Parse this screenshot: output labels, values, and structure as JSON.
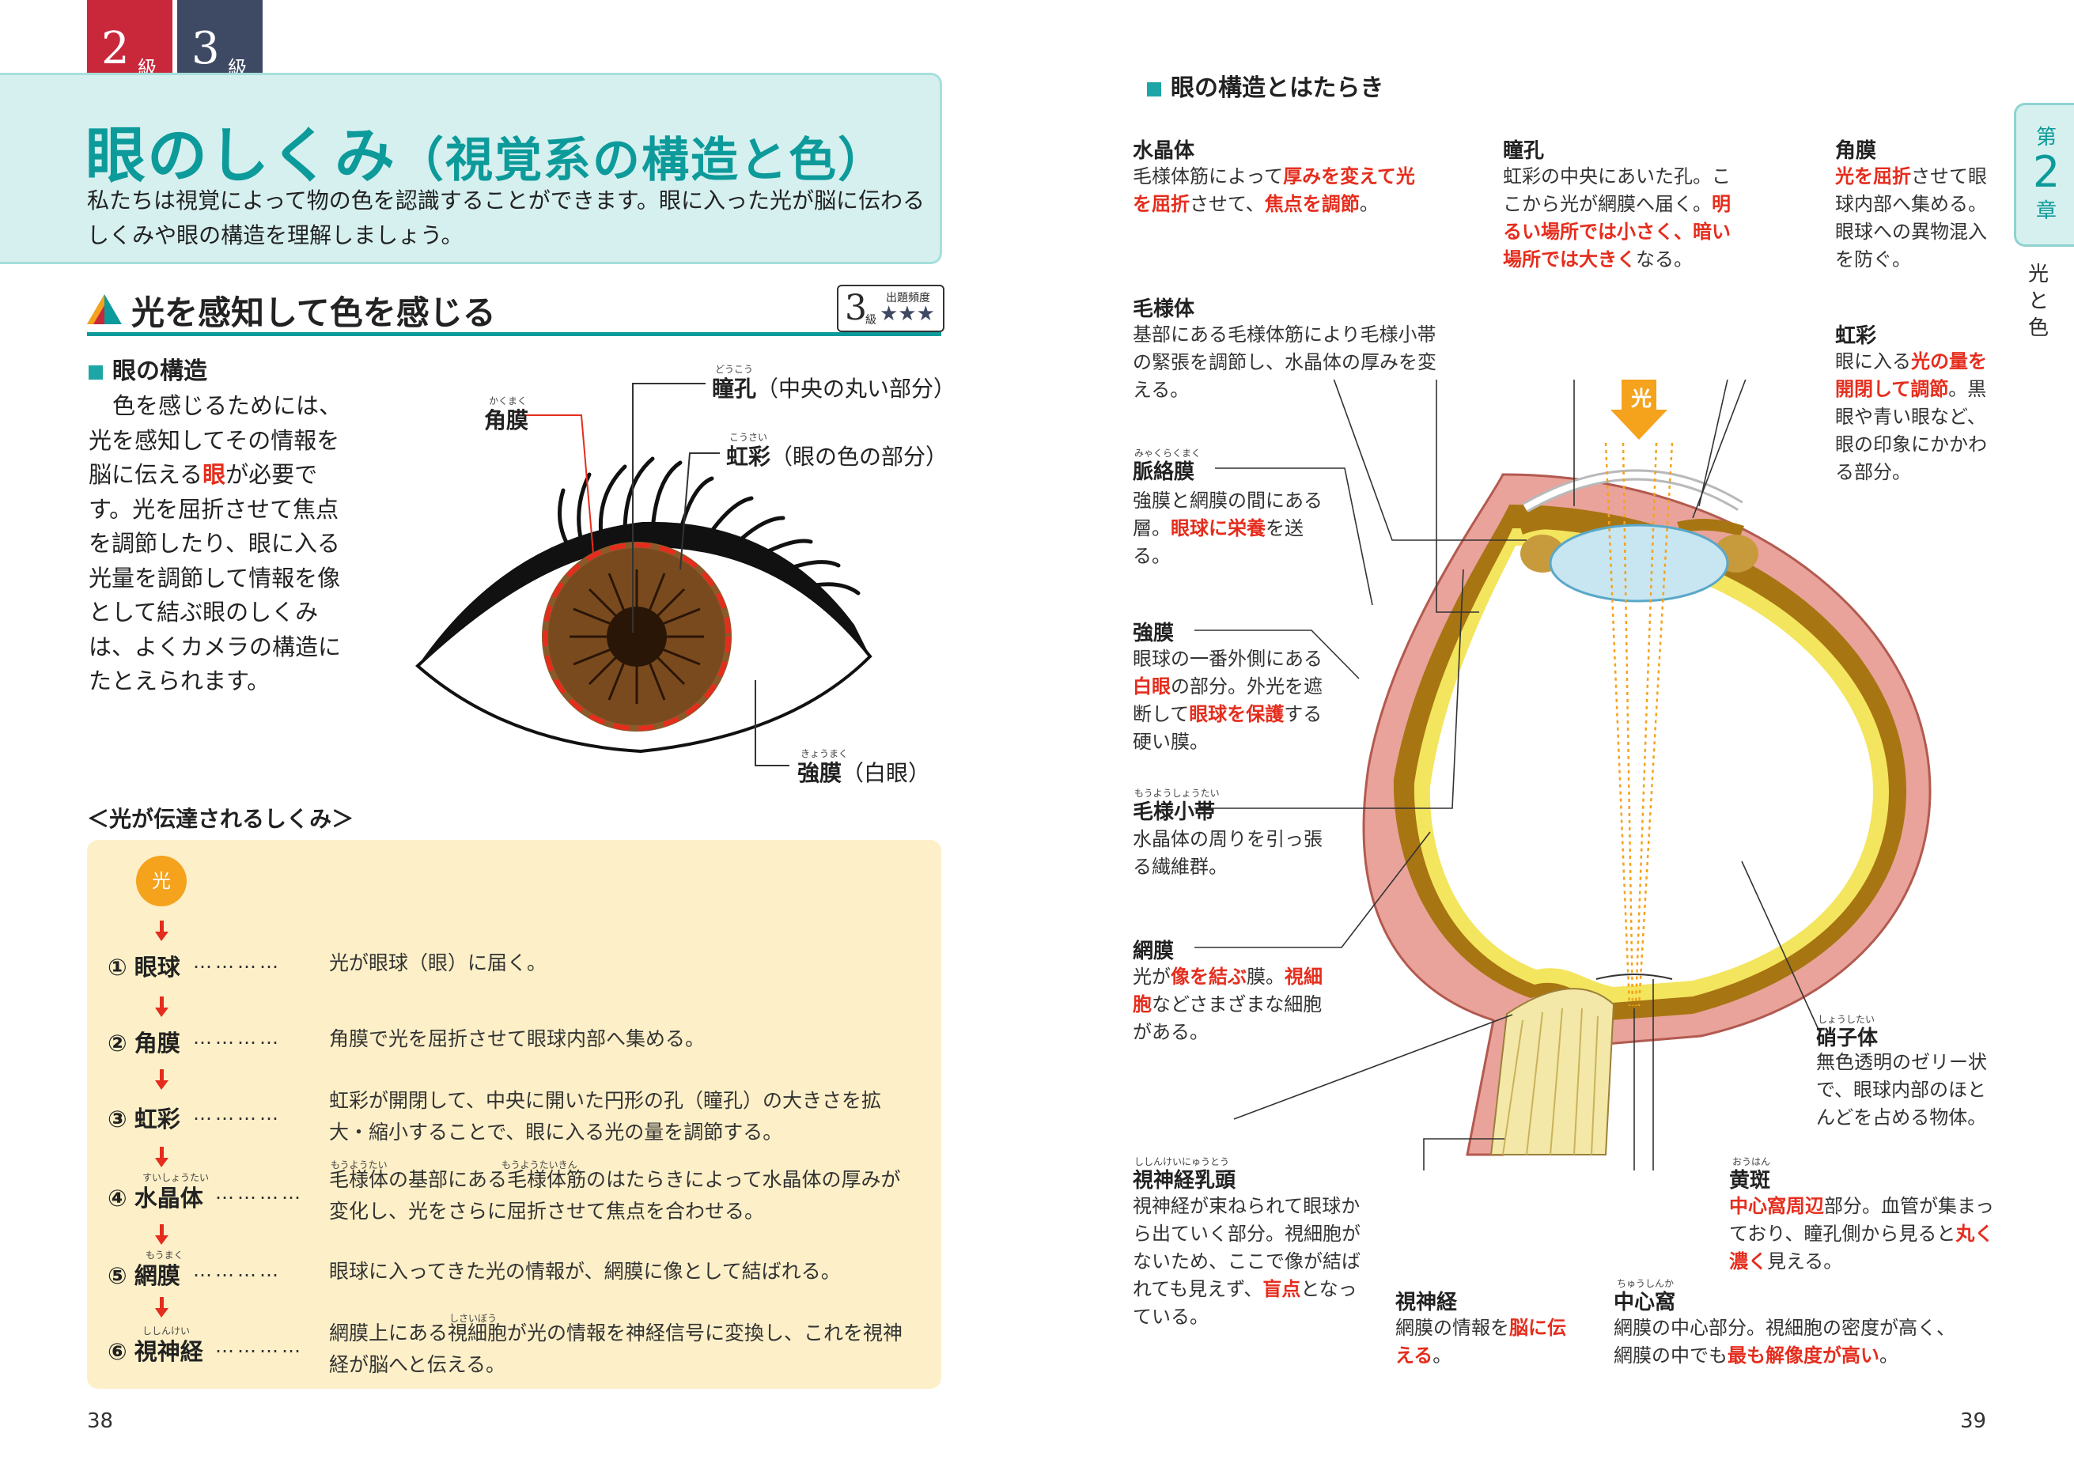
{
  "left_page": {
    "grade_badges": [
      "2",
      "3"
    ],
    "grade_suffix": "級",
    "title_main": "眼のしくみ",
    "title_sub": "（視覚系の構造と色）",
    "intro": "私たちは視覚によって物の色を認識することができます。眼に入った光が脳に伝わるしくみや眼の構造を理解しましょう。",
    "section_heading": "光を感知して色を感じる",
    "frequency": {
      "grade": "3",
      "suffix": "級",
      "label": "出題頻度",
      "stars": "★★★"
    },
    "eye_structure_heading": "眼の構造",
    "eye_structure_text_parts": [
      "色を感じるためには、光を感知してその情報を脳に伝える",
      "眼",
      "が必要です。光を屈折させて焦点を調節したり、眼に入る光量を調節して情報を像として結ぶ眼のしくみは、よくカメラの構造にたとえられます。"
    ],
    "eye_labels": {
      "pupil": "瞳孔",
      "pupil_ruby": "どうこう",
      "pupil_note": "（中央の丸い部分）",
      "iris": "虹彩",
      "iris_ruby": "こうさい",
      "iris_note": "（眼の色の部分）",
      "cornea": "角膜",
      "cornea_ruby": "かくまく",
      "sclera": "強膜",
      "sclera_ruby": "きょうまく",
      "sclera_note": "（白眼）"
    },
    "flow_heading": "＜光が伝達されるしくみ＞",
    "flow_start": "光",
    "dots": "…………",
    "flow_steps": [
      {
        "num": "①",
        "name": "眼球",
        "desc": "光が眼球（眼）に届く。"
      },
      {
        "num": "②",
        "name": "角膜",
        "desc": "角膜で光を屈折させて眼球内部へ集める。"
      },
      {
        "num": "③",
        "name": "虹彩",
        "desc": "虹彩が開閉して、中央に開いた円形の孔（瞳孔）の大きさを拡大・縮小することで、眼に入る光の量を調節する。"
      },
      {
        "num": "④",
        "name": "水晶体",
        "ruby": "すいしょうたい",
        "desc": "毛様体の基部にある毛様体筋のはたらきによって水晶体の厚みが変化し、光をさらに屈折させて焦点を合わせる。"
      },
      {
        "num": "⑤",
        "name": "網膜",
        "ruby": "もうまく",
        "desc": "眼球に入ってきた光の情報が、網膜に像として結ばれる。"
      },
      {
        "num": "⑥",
        "name": "視神経",
        "ruby": "ししんけい",
        "desc": "網膜上にある視細胞が光の情報を神経信号に変換し、これを視神経が脳へと伝える。"
      }
    ],
    "step4_desc_rubies": [
      "もうようたい",
      "もうようたいきん"
    ],
    "step6_desc_ruby": "しさいぼう",
    "page_number": "38"
  },
  "right_page": {
    "heading": "眼の構造とはたらき",
    "light_label": "光",
    "chapter": {
      "prefix": "第",
      "number": "2",
      "suffix": "章",
      "title": "光と色"
    },
    "page_number": "39",
    "parts": {
      "lens": {
        "name": "水晶体",
        "text": [
          "毛様体筋によって",
          "厚みを変えて光を屈折",
          "させて、",
          "焦点を調節",
          "。"
        ]
      },
      "pupil": {
        "name": "瞳孔",
        "text": [
          "虹彩の中央にあいた孔。ここから光が網膜へ届く。",
          "明るい場所では小さく、暗い場所では大きく",
          "なる。"
        ]
      },
      "cornea": {
        "name": "角膜",
        "text": [
          "",
          "光を屈折",
          "させて眼球内部へ集める。眼球への異物混入を防ぐ。"
        ]
      },
      "ciliary": {
        "name": "毛様体",
        "text": [
          "基部にある毛様体筋により毛様小帯の緊張を調節し、水晶体の厚みを変える。"
        ]
      },
      "iris": {
        "name": "虹彩",
        "text": [
          "眼に入る",
          "光の量を開閉して調節",
          "。黒眼や青い眼など、眼の印象にかかわる部分。"
        ]
      },
      "choroid": {
        "name": "脈絡膜",
        "ruby": "みゃくらくまく",
        "text": [
          "強膜と網膜の間にある層。",
          "眼球に栄養",
          "を送る。"
        ]
      },
      "sclera": {
        "name": "強膜",
        "text": [
          "眼球の一番外側にある",
          "白眼",
          "の部分。外光を遮断して",
          "眼球を保護",
          "する硬い膜。"
        ]
      },
      "zonule": {
        "name": "毛様小帯",
        "ruby": "もうようしょうたい",
        "text": [
          "水晶体の周りを引っ張る繊維群。"
        ]
      },
      "retina": {
        "name": "網膜",
        "text": [
          "光が",
          "像を結ぶ",
          "膜。",
          "視細胞",
          "などさまざまな細胞がある。"
        ]
      },
      "vitreous": {
        "name": "硝子体",
        "ruby": "しょうしたい",
        "text": [
          "無色透明のゼリー状で、眼球内部のほとんどを占める物体。"
        ]
      },
      "optic_disc": {
        "name": "視神経乳頭",
        "ruby": "ししんけいにゅうとう",
        "text": [
          "視神経が束ねられて眼球から出ていく部分。視細胞がないため、ここで像が結ばれても見えず、",
          "盲点",
          "となっている。"
        ]
      },
      "optic_nerve": {
        "name": "視神経",
        "text": [
          "網膜の情報を",
          "脳に伝える",
          "。"
        ]
      },
      "macula": {
        "name": "黄斑",
        "ruby": "おうはん",
        "text": [
          "",
          "中心窩周辺",
          "部分。血管が集まっており、瞳孔側から見ると",
          "丸く濃く",
          "見える。"
        ]
      },
      "fovea": {
        "name": "中心窩",
        "ruby": "ちゅうしんか",
        "text": [
          "網膜の中心部分。視細胞の密度が高く、網膜の中でも",
          "最も解像度が高い",
          "。"
        ]
      }
    }
  },
  "colors": {
    "teal": "#0d9a9a",
    "red": "#e52d1d",
    "grade2": "#c8283a",
    "grade3": "#3e4964",
    "flow_bg": "#fdf0c8",
    "light_orange": "#f5a21d"
  }
}
